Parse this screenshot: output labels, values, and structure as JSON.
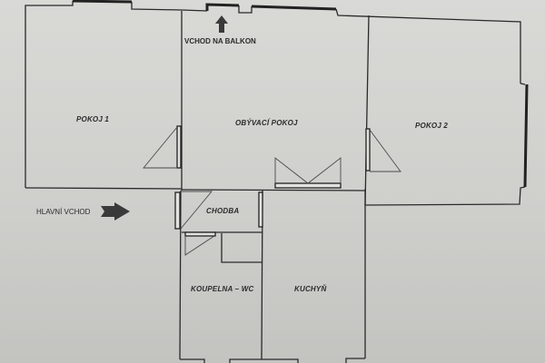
{
  "plan": {
    "rooms": [
      {
        "id": "pokoj-1",
        "label": "POKOJ 1"
      },
      {
        "id": "obyvaci-pokoj",
        "label": "OBÝVACÍ POKOJ"
      },
      {
        "id": "pokoj-2",
        "label": "POKOJ 2"
      },
      {
        "id": "chodba",
        "label": "CHODBA"
      },
      {
        "id": "koupelna-wc",
        "label": "KOUPELNA – WC"
      },
      {
        "id": "kuchyn",
        "label": "KUCHYŇ"
      }
    ],
    "annotations": {
      "balcony_entrance": "VCHOD NA BALKON",
      "main_entrance": "HLAVNÍ VCHOD"
    },
    "icons": {
      "balcony_arrow": "arrow-up-icon",
      "entrance_arrow": "arrow-right-icon"
    },
    "colors": {
      "paper": "#d6d6d3",
      "lines": "#2a2a2a",
      "arrow": "#3a3a3a"
    }
  }
}
